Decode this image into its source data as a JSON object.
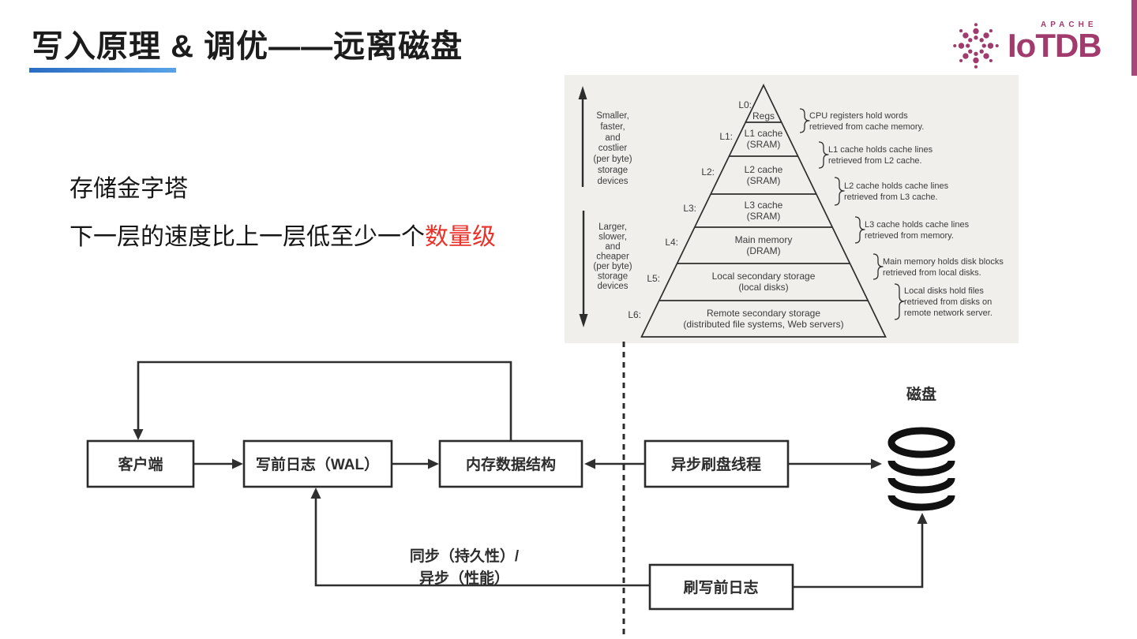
{
  "header": {
    "title": "写入原理 & 调优——远离磁盘"
  },
  "logo": {
    "apache": "APACHE",
    "name": "IoTDB",
    "color": "#a13a6d"
  },
  "intro": {
    "line1": "存储金字塔",
    "line2_prefix": "下一层的速度比上一层低至少一个",
    "line2_highlight": "数量级",
    "highlight_color": "#e8322a"
  },
  "pyramid": {
    "left_top": [
      "Smaller,",
      "faster,",
      "and",
      "costlier",
      "(per byte)",
      "storage",
      "devices"
    ],
    "left_bottom": [
      "Larger,",
      "slower,",
      "and",
      "cheaper",
      "(per byte)",
      "storage",
      "devices"
    ],
    "levels": [
      {
        "id": "L0:",
        "line1": "Regs",
        "line2": ""
      },
      {
        "id": "L1:",
        "line1": "L1 cache",
        "line2": "(SRAM)"
      },
      {
        "id": "L2:",
        "line1": "L2 cache",
        "line2": "(SRAM)"
      },
      {
        "id": "L3:",
        "line1": "L3 cache",
        "line2": "(SRAM)"
      },
      {
        "id": "L4:",
        "line1": "Main memory",
        "line2": "(DRAM)"
      },
      {
        "id": "L5:",
        "line1": "Local secondary storage",
        "line2": "(local disks)"
      },
      {
        "id": "L6:",
        "line1": "Remote secondary storage",
        "line2": "(distributed file systems, Web servers)"
      }
    ],
    "annotations": [
      {
        "line1": "CPU registers hold words",
        "line2": "retrieved from cache memory.",
        "line3": ""
      },
      {
        "line1": "L1 cache holds cache lines",
        "line2": "retrieved from L2 cache.",
        "line3": ""
      },
      {
        "line1": "L2 cache holds cache lines",
        "line2": "retrieved from L3 cache.",
        "line3": ""
      },
      {
        "line1": "L3 cache holds cache lines",
        "line2": "retrieved from memory.",
        "line3": ""
      },
      {
        "line1": "Main memory holds disk blocks",
        "line2": "retrieved from local disks.",
        "line3": ""
      },
      {
        "line1": "Local disks hold files",
        "line2": "retrieved from disks on",
        "line3": "remote network server."
      }
    ]
  },
  "flow": {
    "client": "客户端",
    "wal": "写前日志（WAL）",
    "memtable": "内存数据结构",
    "flush_thread": "异步刷盘线程",
    "flush_wal": "刷写前日志",
    "sync_line1": "同步（持久性）/",
    "sync_line2": "异步（性能）",
    "disk": "磁盘"
  }
}
